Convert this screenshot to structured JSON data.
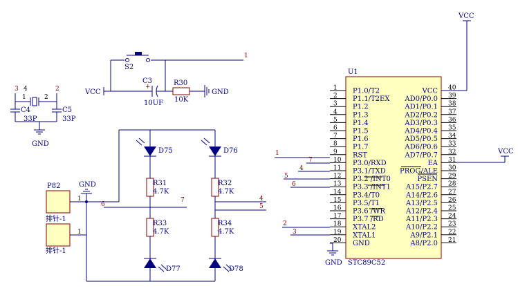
{
  "power": {
    "vcc_top": "VCC",
    "vcc_left": "VCC",
    "vcc_right": "VCC",
    "gnd_reset": "GND",
    "gnd_xtal": "GND",
    "gnd_header": "GND",
    "gnd_mcu": "GND"
  },
  "reset": {
    "switch": "S2",
    "cap": "C3",
    "cap_value": "10UF",
    "res": "R30",
    "res_value": "10K",
    "net_out": "1"
  },
  "crystal": {
    "c4": "C4",
    "c4_value": "33P",
    "c5": "C5",
    "c5_value": "33P",
    "pin3": "3",
    "pin4": "4",
    "pin1": "1",
    "pin2": "2",
    "pin2b": "2"
  },
  "mcu": {
    "designator": "U1",
    "part": "STC89C52",
    "left_pins": [
      {
        "num": "1",
        "name": "P1.0/T2"
      },
      {
        "num": "2",
        "name": "P1.1/T2EX"
      },
      {
        "num": "3",
        "name": "P1.2"
      },
      {
        "num": "4",
        "name": "P1.3"
      },
      {
        "num": "5",
        "name": "P1.4"
      },
      {
        "num": "6",
        "name": "P1.5"
      },
      {
        "num": "7",
        "name": "P1.6"
      },
      {
        "num": "8",
        "name": "P1.7"
      },
      {
        "num": "9",
        "name": "RST"
      },
      {
        "num": "10",
        "name": "P3.0/RXD"
      },
      {
        "num": "11",
        "name": "P3.1/TXD"
      },
      {
        "num": "12",
        "name": "P3.2 /INT0"
      },
      {
        "num": "13",
        "name": "P3.3 /INT1"
      },
      {
        "num": "14",
        "name": "P3.4/T0"
      },
      {
        "num": "15",
        "name": "P3.5/T1"
      },
      {
        "num": "16",
        "name": "P3.6 /WR"
      },
      {
        "num": "17",
        "name": "P3.7 /RD"
      },
      {
        "num": "18",
        "name": "XTAL2"
      },
      {
        "num": "19",
        "name": "XTAL1"
      },
      {
        "num": "20",
        "name": "GND"
      }
    ],
    "right_pins": [
      {
        "num": "40",
        "name": "VCC"
      },
      {
        "num": "39",
        "name": "AD0/P0.0"
      },
      {
        "num": "38",
        "name": "AD1/P0.1"
      },
      {
        "num": "37",
        "name": "AD2/P0.2"
      },
      {
        "num": "36",
        "name": "AD3/P0.3"
      },
      {
        "num": "35",
        "name": "AD4/P0.4"
      },
      {
        "num": "34",
        "name": "AD5/P0.5"
      },
      {
        "num": "33",
        "name": "AD6/P0.6"
      },
      {
        "num": "32",
        "name": "AD7/P0.7"
      },
      {
        "num": "31",
        "name": "EA"
      },
      {
        "num": "30",
        "name": "PROG/ALE"
      },
      {
        "num": "29",
        "name": "PSEN"
      },
      {
        "num": "28",
        "name": "A15/P2.7"
      },
      {
        "num": "27",
        "name": "A14/P2.6"
      },
      {
        "num": "26",
        "name": "A13/P2.5"
      },
      {
        "num": "25",
        "name": "A12/P2.4"
      },
      {
        "num": "24",
        "name": "A11/P2.3"
      },
      {
        "num": "23",
        "name": "A10/P2.2"
      },
      {
        "num": "22",
        "name": "A9/P2.1"
      },
      {
        "num": "21",
        "name": "A8/P2.0"
      }
    ],
    "net_labels": {
      "rst": "1",
      "p30": "7",
      "p31": "4",
      "p32": "5",
      "p33": "6",
      "xtal2": "2",
      "xtal1": "3"
    }
  },
  "sensor": {
    "header_top": "P82",
    "header_top_label": "排针-1",
    "header_bottom_label": "排针-1",
    "header_pin_top": "1",
    "header_pin_bottom": "1",
    "d75": "D75",
    "d76": "D76",
    "d77": "D77",
    "d78": "D78",
    "r31": "R31",
    "r31_value": "4.7K",
    "r32": "R32",
    "r32_value": "4.7K",
    "r33": "R33",
    "r33_value": "4.7K",
    "r34": "R34",
    "r34_value": "4.7K",
    "net6": "6",
    "net7": "7",
    "net4": "4",
    "net5": "5"
  }
}
